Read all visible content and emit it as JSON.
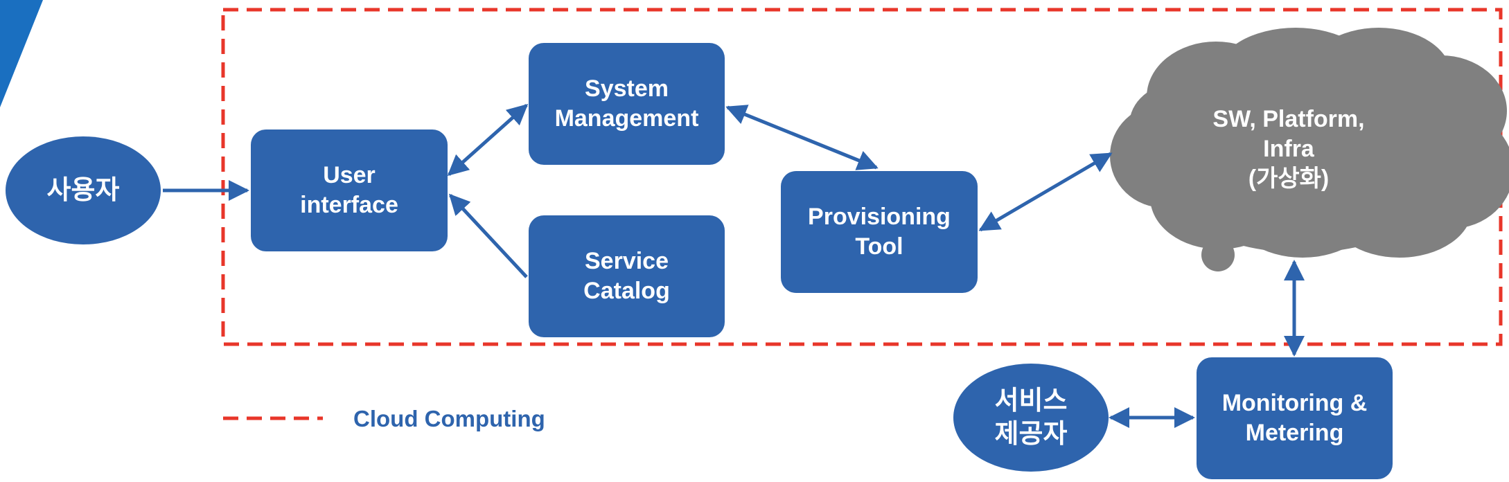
{
  "nodes": {
    "user": {
      "lines": [
        "사용자"
      ]
    },
    "user_interface": {
      "lines": [
        "User",
        "interface"
      ]
    },
    "system_management": {
      "lines": [
        "System",
        "Management"
      ]
    },
    "service_catalog": {
      "lines": [
        "Service",
        "Catalog"
      ]
    },
    "provisioning_tool": {
      "lines": [
        "Provisioning",
        "Tool"
      ]
    },
    "cloud": {
      "lines": [
        "SW, Platform,",
        "Infra",
        "(가상화)"
      ]
    },
    "monitoring": {
      "lines": [
        "Monitoring &",
        "Metering"
      ]
    },
    "service_provider": {
      "lines": [
        "서비스",
        "제공자"
      ]
    }
  },
  "legend": {
    "label": "Cloud Computing"
  },
  "colors": {
    "node_fill": "#2e64ad",
    "arrow": "#2e64ad",
    "cloud_fill": "#808080",
    "boundary": "#e8362a",
    "corner_accent": "#1a6fc0"
  }
}
